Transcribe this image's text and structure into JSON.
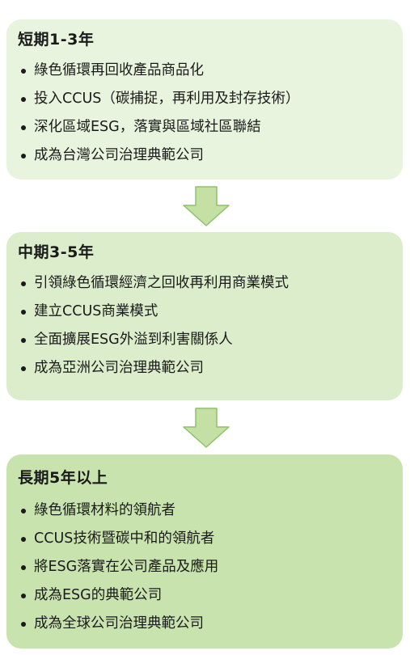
{
  "colors": {
    "box_short": "#e9f4df",
    "box_mid": "#dbedca",
    "box_long": "#c8e3ae",
    "arrow_fill": "#c4e0a4",
    "arrow_stroke": "#8fc06a"
  },
  "stages": [
    {
      "title": "短期1-3年",
      "items": [
        "綠色循環再回收產品商品化",
        "投入CCUS（碳捕捉，再利用及封存技術）",
        "深化區域ESG，落實與區域社區聯結",
        "成為台灣公司治理典範公司"
      ]
    },
    {
      "title": "中期3-5年",
      "items": [
        "引領綠色循環經濟之回收再利用商業模式",
        "建立CCUS商業模式",
        "全面擴展ESG外溢到利害關係人",
        "成為亞洲公司治理典範公司"
      ]
    },
    {
      "title": "長期5年以上",
      "items": [
        "綠色循環材料的領航者",
        "CCUS技術暨碳中和的領航者",
        "將ESG落實在公司產品及應用",
        "成為ESG的典範公司",
        "成為全球公司治理典範公司"
      ]
    }
  ]
}
